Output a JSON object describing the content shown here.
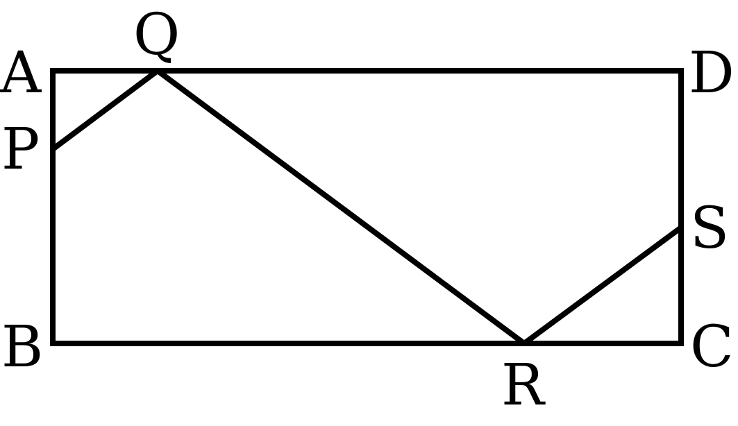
{
  "points": {
    "A": "A",
    "B": "B",
    "C": "C",
    "D": "D",
    "P": "P",
    "Q": "Q",
    "R": "R",
    "S": "S"
  },
  "colors": {
    "stroke": "#000000",
    "background": "#ffffff"
  }
}
